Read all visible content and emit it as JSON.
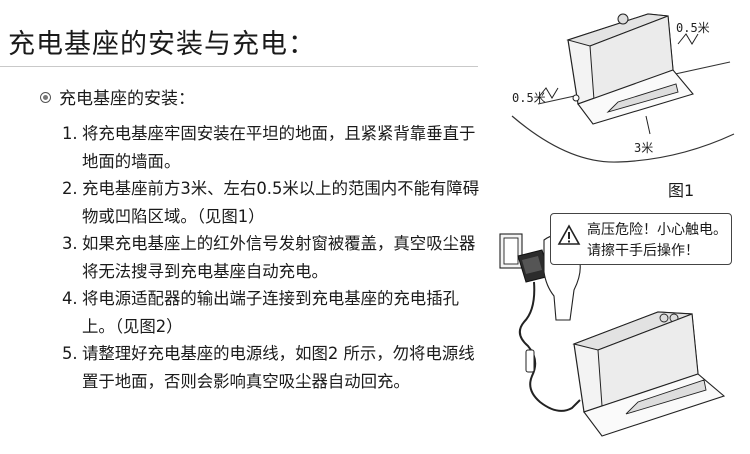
{
  "heading": {
    "title": "充电基座的安装与充电：",
    "section": "充电基座的安装："
  },
  "steps": [
    {
      "num": "1.",
      "text": "将充电基座牢固安装在平坦的地面，且紧紧背靠垂直于地面的墙面。"
    },
    {
      "num": "2.",
      "text": "充电基座前方3米、左右0.5米以上的范围内不能有障碍物或凹陷区域。（见图1）"
    },
    {
      "num": "3.",
      "text": "如果充电基座上的红外信号发射窗被覆盖，真空吸尘器将无法搜寻到充电基座自动充电。"
    },
    {
      "num": "4.",
      "text": "将电源适配器的输出端子连接到充电基座的充电插孔上。（见图2）"
    },
    {
      "num": "5.",
      "text": "请整理好充电基座的电源线，如图2 所示，勿将电源线置于地面，否则会影响真空吸尘器自动回充。"
    }
  ],
  "figure1": {
    "caption": "图1",
    "dim_right": "0.5米",
    "dim_left": "0.5米",
    "dim_front": "3米"
  },
  "figure2": {
    "warning_line1": "高压危险！小心触电。",
    "warning_line2": "请擦干手后操作！"
  }
}
